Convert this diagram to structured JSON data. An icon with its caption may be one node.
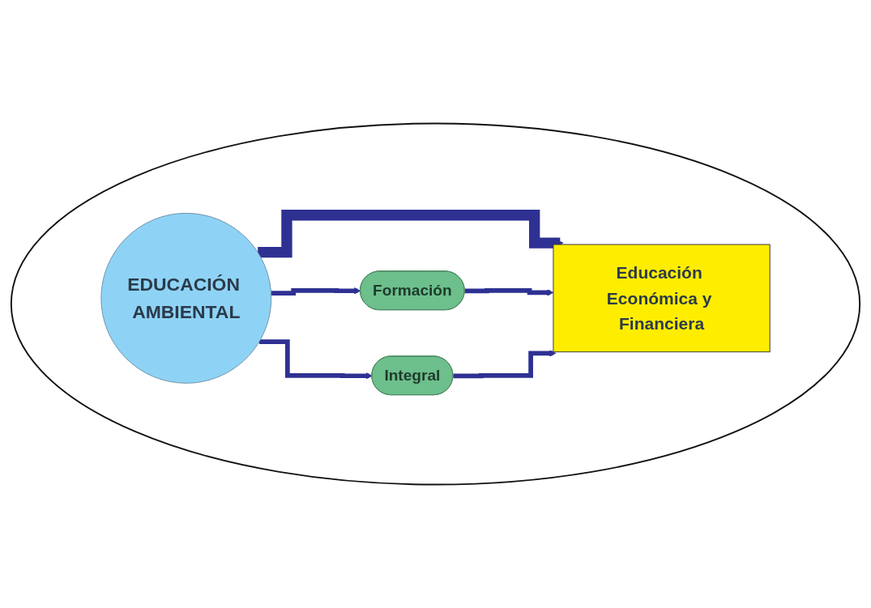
{
  "diagram": {
    "nodes": [
      {
        "text": [],
        "shape": "circle"
      },
      {
        "text": [
          "EDUCACIÓN AMBIENTAL"
        ],
        "in": 0
      },
      {
        "text": [
          "Formación"
        ],
        "in": 0
      },
      {
        "text": [
          "Integral"
        ],
        "in": 0
      },
      {
        "text": [
          "Educación Económica y Financiera"
        ],
        "in": 0
      }
    ],
    "edges": [
      {
        "from": 1,
        "to": 2,
        "arrow": "to"
      },
      {
        "from": 1,
        "to": 4,
        "arrow": "to",
        "style": "thick"
      },
      {
        "from": 1,
        "to": 3,
        "arrow": "to"
      },
      {
        "from": 2,
        "to": 4,
        "arrow": "to"
      },
      {
        "from": 3,
        "to": 4,
        "arrow": "to"
      }
    ]
  }
}
